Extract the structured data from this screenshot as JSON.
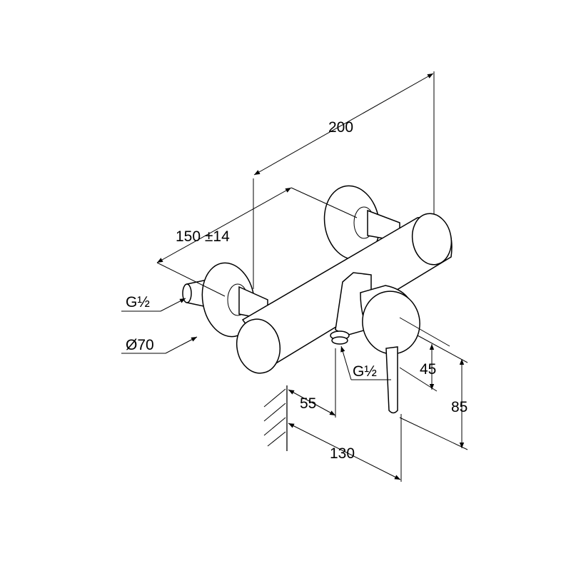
{
  "drawing": {
    "dimensions": {
      "overall_width": "200",
      "inlet_spacing": "150 ±14",
      "inlet_thread": "G½",
      "escutcheon_diameter": "Ø70",
      "outlet_thread": "G½",
      "outlet_height": "45",
      "lever_height": "85",
      "wall_to_outlet": "55",
      "wall_to_lever": "130"
    }
  }
}
